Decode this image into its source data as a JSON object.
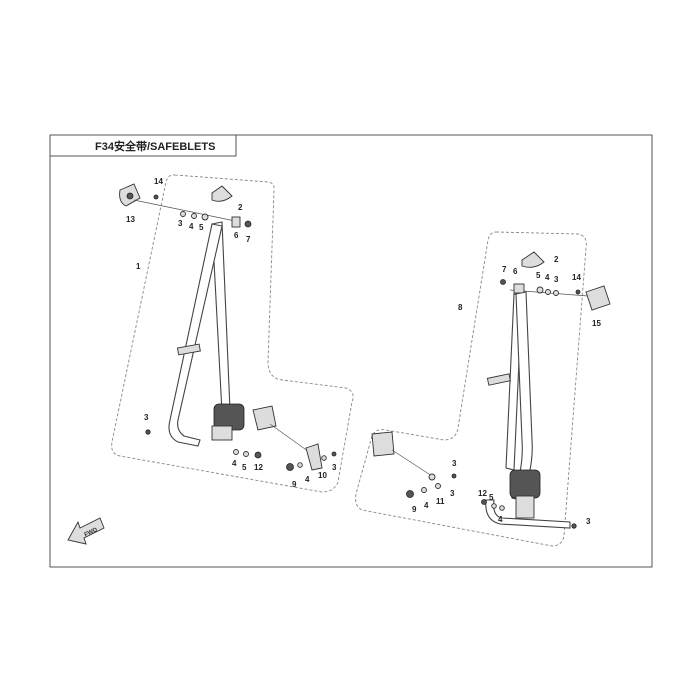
{
  "title": "F34安全带/SAFEBLETS",
  "fwd_label": "FWD",
  "callouts_left": [
    "14",
    "13",
    "3",
    "4",
    "5",
    "2",
    "6",
    "7",
    "1",
    "3",
    "4",
    "5",
    "12",
    "9",
    "4",
    "10",
    "3"
  ],
  "callouts_right": [
    "2",
    "7",
    "6",
    "5",
    "4",
    "3",
    "14",
    "8",
    "15",
    "3",
    "9",
    "4",
    "11",
    "3",
    "12",
    "5",
    "4",
    "3"
  ]
}
